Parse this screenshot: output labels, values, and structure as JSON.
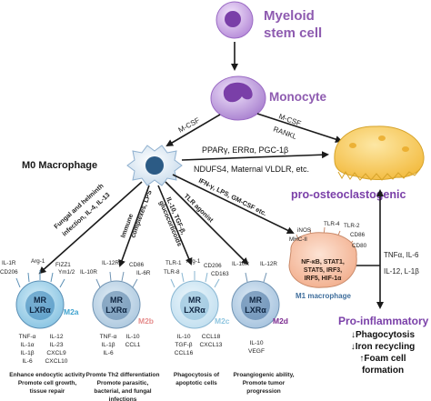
{
  "colors": {
    "purple": "#8e5bb0",
    "arrow": "#1a1a1a",
    "m2a": "#3fa3cf",
    "m2b": "#e58c8c",
    "m2c": "#8fc6e0",
    "m2d": "#7b2a8f",
    "m1": "#f0a682",
    "osteo": "#f5c84a"
  },
  "top": {
    "stem_label": [
      "Myeloid",
      "stem cell"
    ],
    "monocyte_label": "Monocyte"
  },
  "center": {
    "mcsf_left": "M-CSF",
    "mcsf_right": "M-CSF",
    "rankl": "RANKL",
    "m0_label": "M0 Macrophage",
    "factors_line1": "PPARγ, ERRα, PGC-1β",
    "factors_line2": "NDUFS4, Maternal VLDLR, etc.",
    "pro_osteo": "pro-osteoclastogenic"
  },
  "stimuli": {
    "m2a": [
      "Fungal and helminth",
      "infection, IL-4, IL-13"
    ],
    "m2b": [
      "Immune",
      "complexes, LPS"
    ],
    "m2c": [
      "IL-10, TGF-β,",
      "glucocorticoids"
    ],
    "m2d": "TLR agonist",
    "m1": "IFN-γ, LPS, GM-CSF etc."
  },
  "cells": {
    "mr": "MR",
    "lxr": "LXRα",
    "m2a": {
      "tag": "M2a",
      "receptors": [
        "IL-1R",
        "Arg-1",
        "FIZZ1",
        "CD206",
        "Ym1/2"
      ],
      "cyto_left": [
        "TNF-α",
        "IL-1α",
        "IL-1β",
        "IL-6"
      ],
      "cyto_right": [
        "IL-12",
        "IL-23",
        "CXCL9",
        "CXCL10"
      ],
      "desc": [
        "Enhance endocytic activity",
        "Promote cell growth,",
        "tissue repair"
      ]
    },
    "m2b": {
      "tag": "M2b",
      "receptors": [
        "IL-12R",
        "CD86",
        "IL-10R",
        "IL-6R"
      ],
      "cyto_left": [
        "TNF-α",
        "IL-1β",
        "IL-6"
      ],
      "cyto_right": [
        "IL-10",
        "CCL1"
      ],
      "desc": [
        "Promte Th2 differentiation",
        "Promote parasitic,",
        "bacterial, and fungal",
        "infections"
      ]
    },
    "m2c": {
      "tag": "M2c",
      "receptors": [
        "TLR-1",
        "Arg-1",
        "TLR-8",
        "CD206",
        "CD163"
      ],
      "cyto_left": [
        "IL-10",
        "TGF-β",
        "CCL16"
      ],
      "cyto_right": [
        "CCL18",
        "CXCL13"
      ],
      "desc": [
        "Phagocytosis of",
        "apoptotic cells"
      ]
    },
    "m2d": {
      "tag": "M2d",
      "receptors": [
        "IL-10R",
        "IL-12R"
      ],
      "cyto": [
        "IL-10",
        "VEGF"
      ],
      "desc": [
        "Proangiogenic ability,",
        "Promote tumor",
        "progression"
      ]
    },
    "m1": {
      "tag": "M1 macrophage",
      "receptors": [
        "TLR-4",
        "TLR-2",
        "iNOS",
        "CD86",
        "MHC-II",
        "CD80"
      ],
      "inner": [
        "NF-κB, STAT1,",
        "STAT5, IRF3,",
        "IRF5, HIF-1α"
      ],
      "cyto": [
        "TNFα, IL-6",
        "IL-12, L-1β"
      ]
    }
  },
  "outcome": {
    "title": "Pro-inflammatory",
    "lines": [
      "↓Phagocytosis",
      "↓Iron recycling",
      "↑Foam cell",
      "formation"
    ]
  }
}
